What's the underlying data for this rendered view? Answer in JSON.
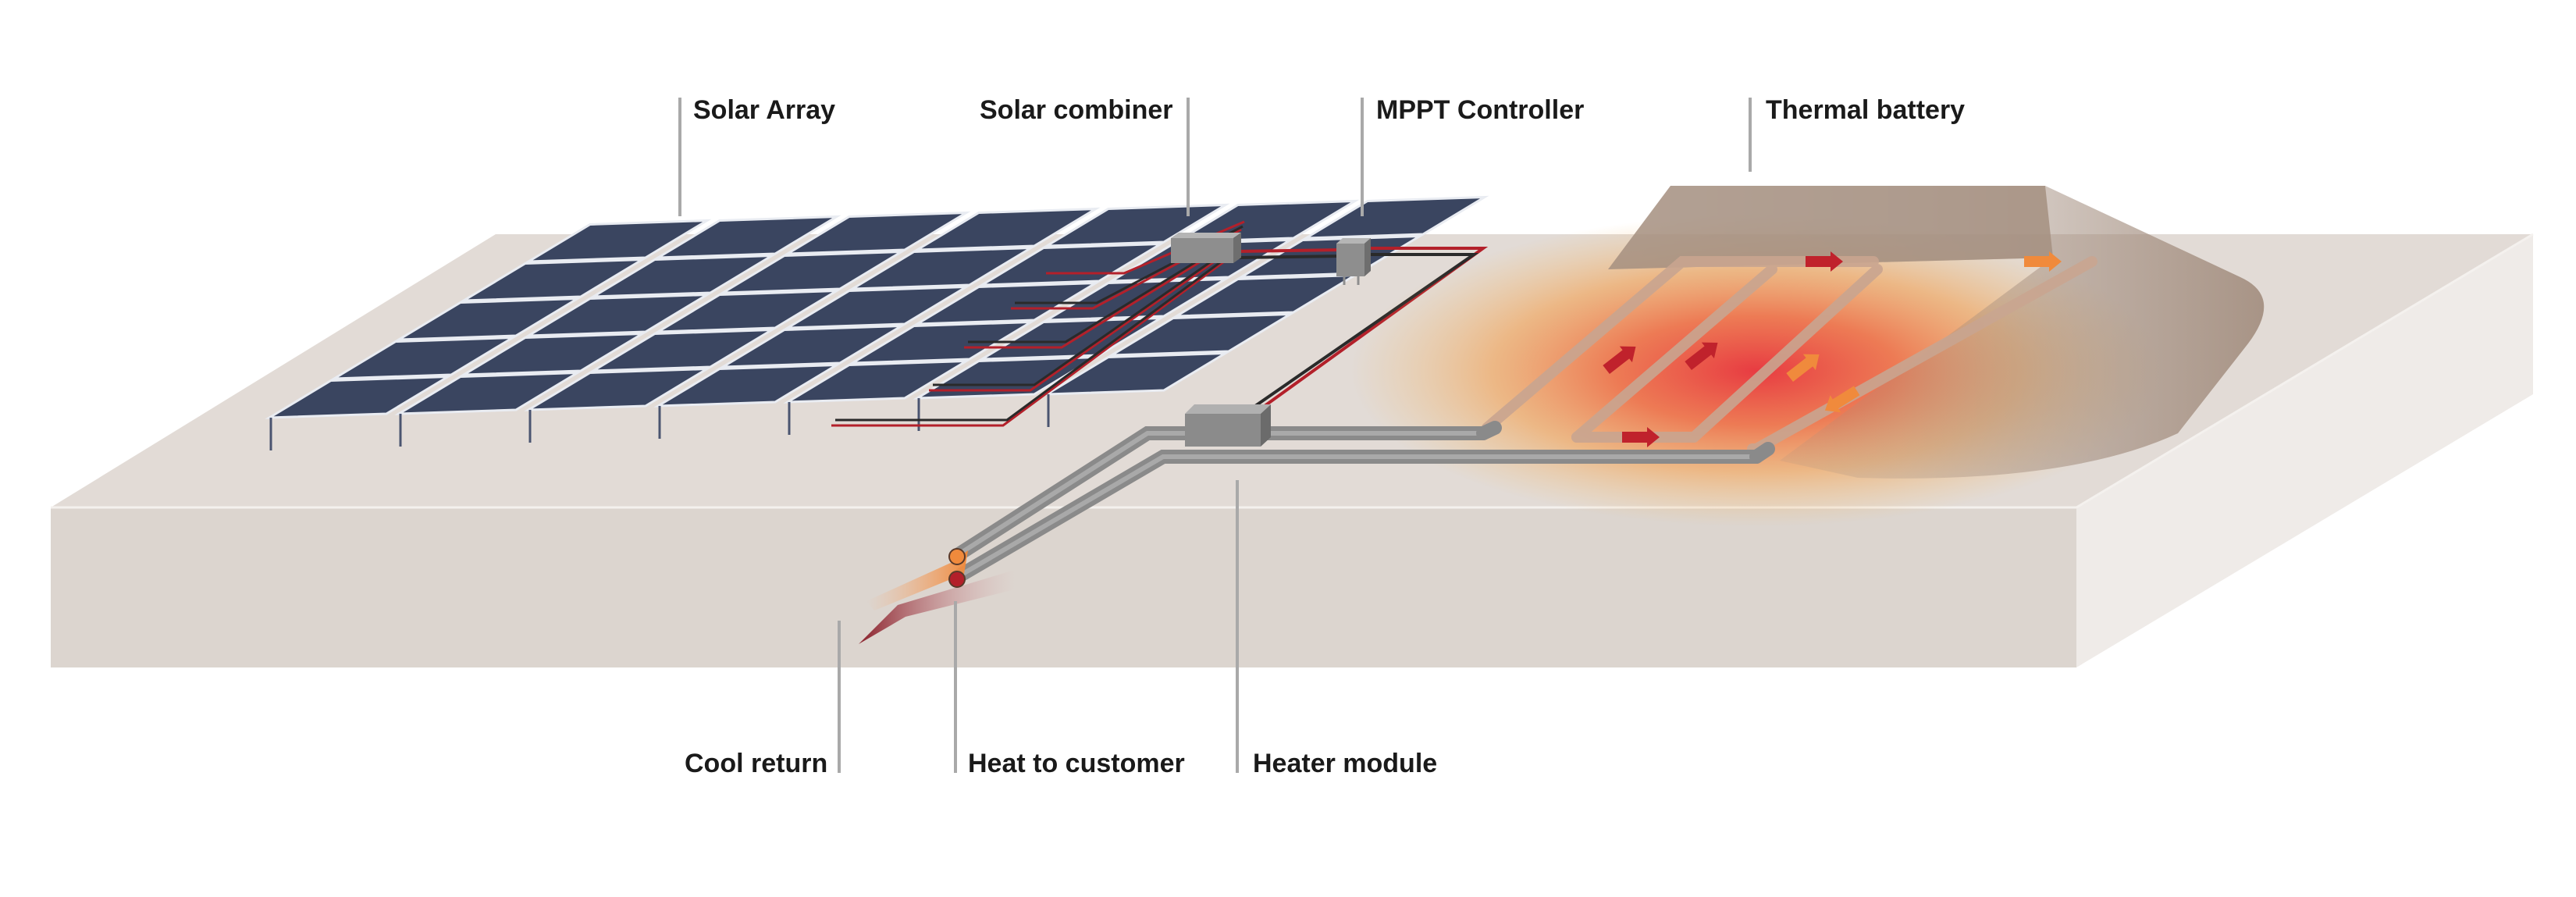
{
  "labels": {
    "solar_array": "Solar Array",
    "solar_combiner": "Solar combiner",
    "mppt_controller": "MPPT Controller",
    "thermal_battery": "Thermal battery",
    "cool_return": "Cool return",
    "heat_to_customer": "Heat to customer",
    "heater_module": "Heater module"
  },
  "colors": {
    "slab_top": "#e2dbd6",
    "slab_front": "#dcd5cf",
    "slab_side": "#efebe8",
    "panel": "#3a4560",
    "panel_edge": "#e9ecf2",
    "pipe": "#8a8a8a",
    "wire_red": "#b3202a",
    "wire_dark": "#2a2a2a",
    "battery_shell": "#a58f80",
    "heat_core": "#e8333a",
    "heat_mid": "#f08a3c",
    "heat_outer": "#f5c070",
    "leader": "#a9a9a9"
  },
  "icons": [
    "solar-panel-icon",
    "combiner-box-icon",
    "controller-box-icon",
    "heater-box-icon",
    "flow-arrow-icon"
  ]
}
